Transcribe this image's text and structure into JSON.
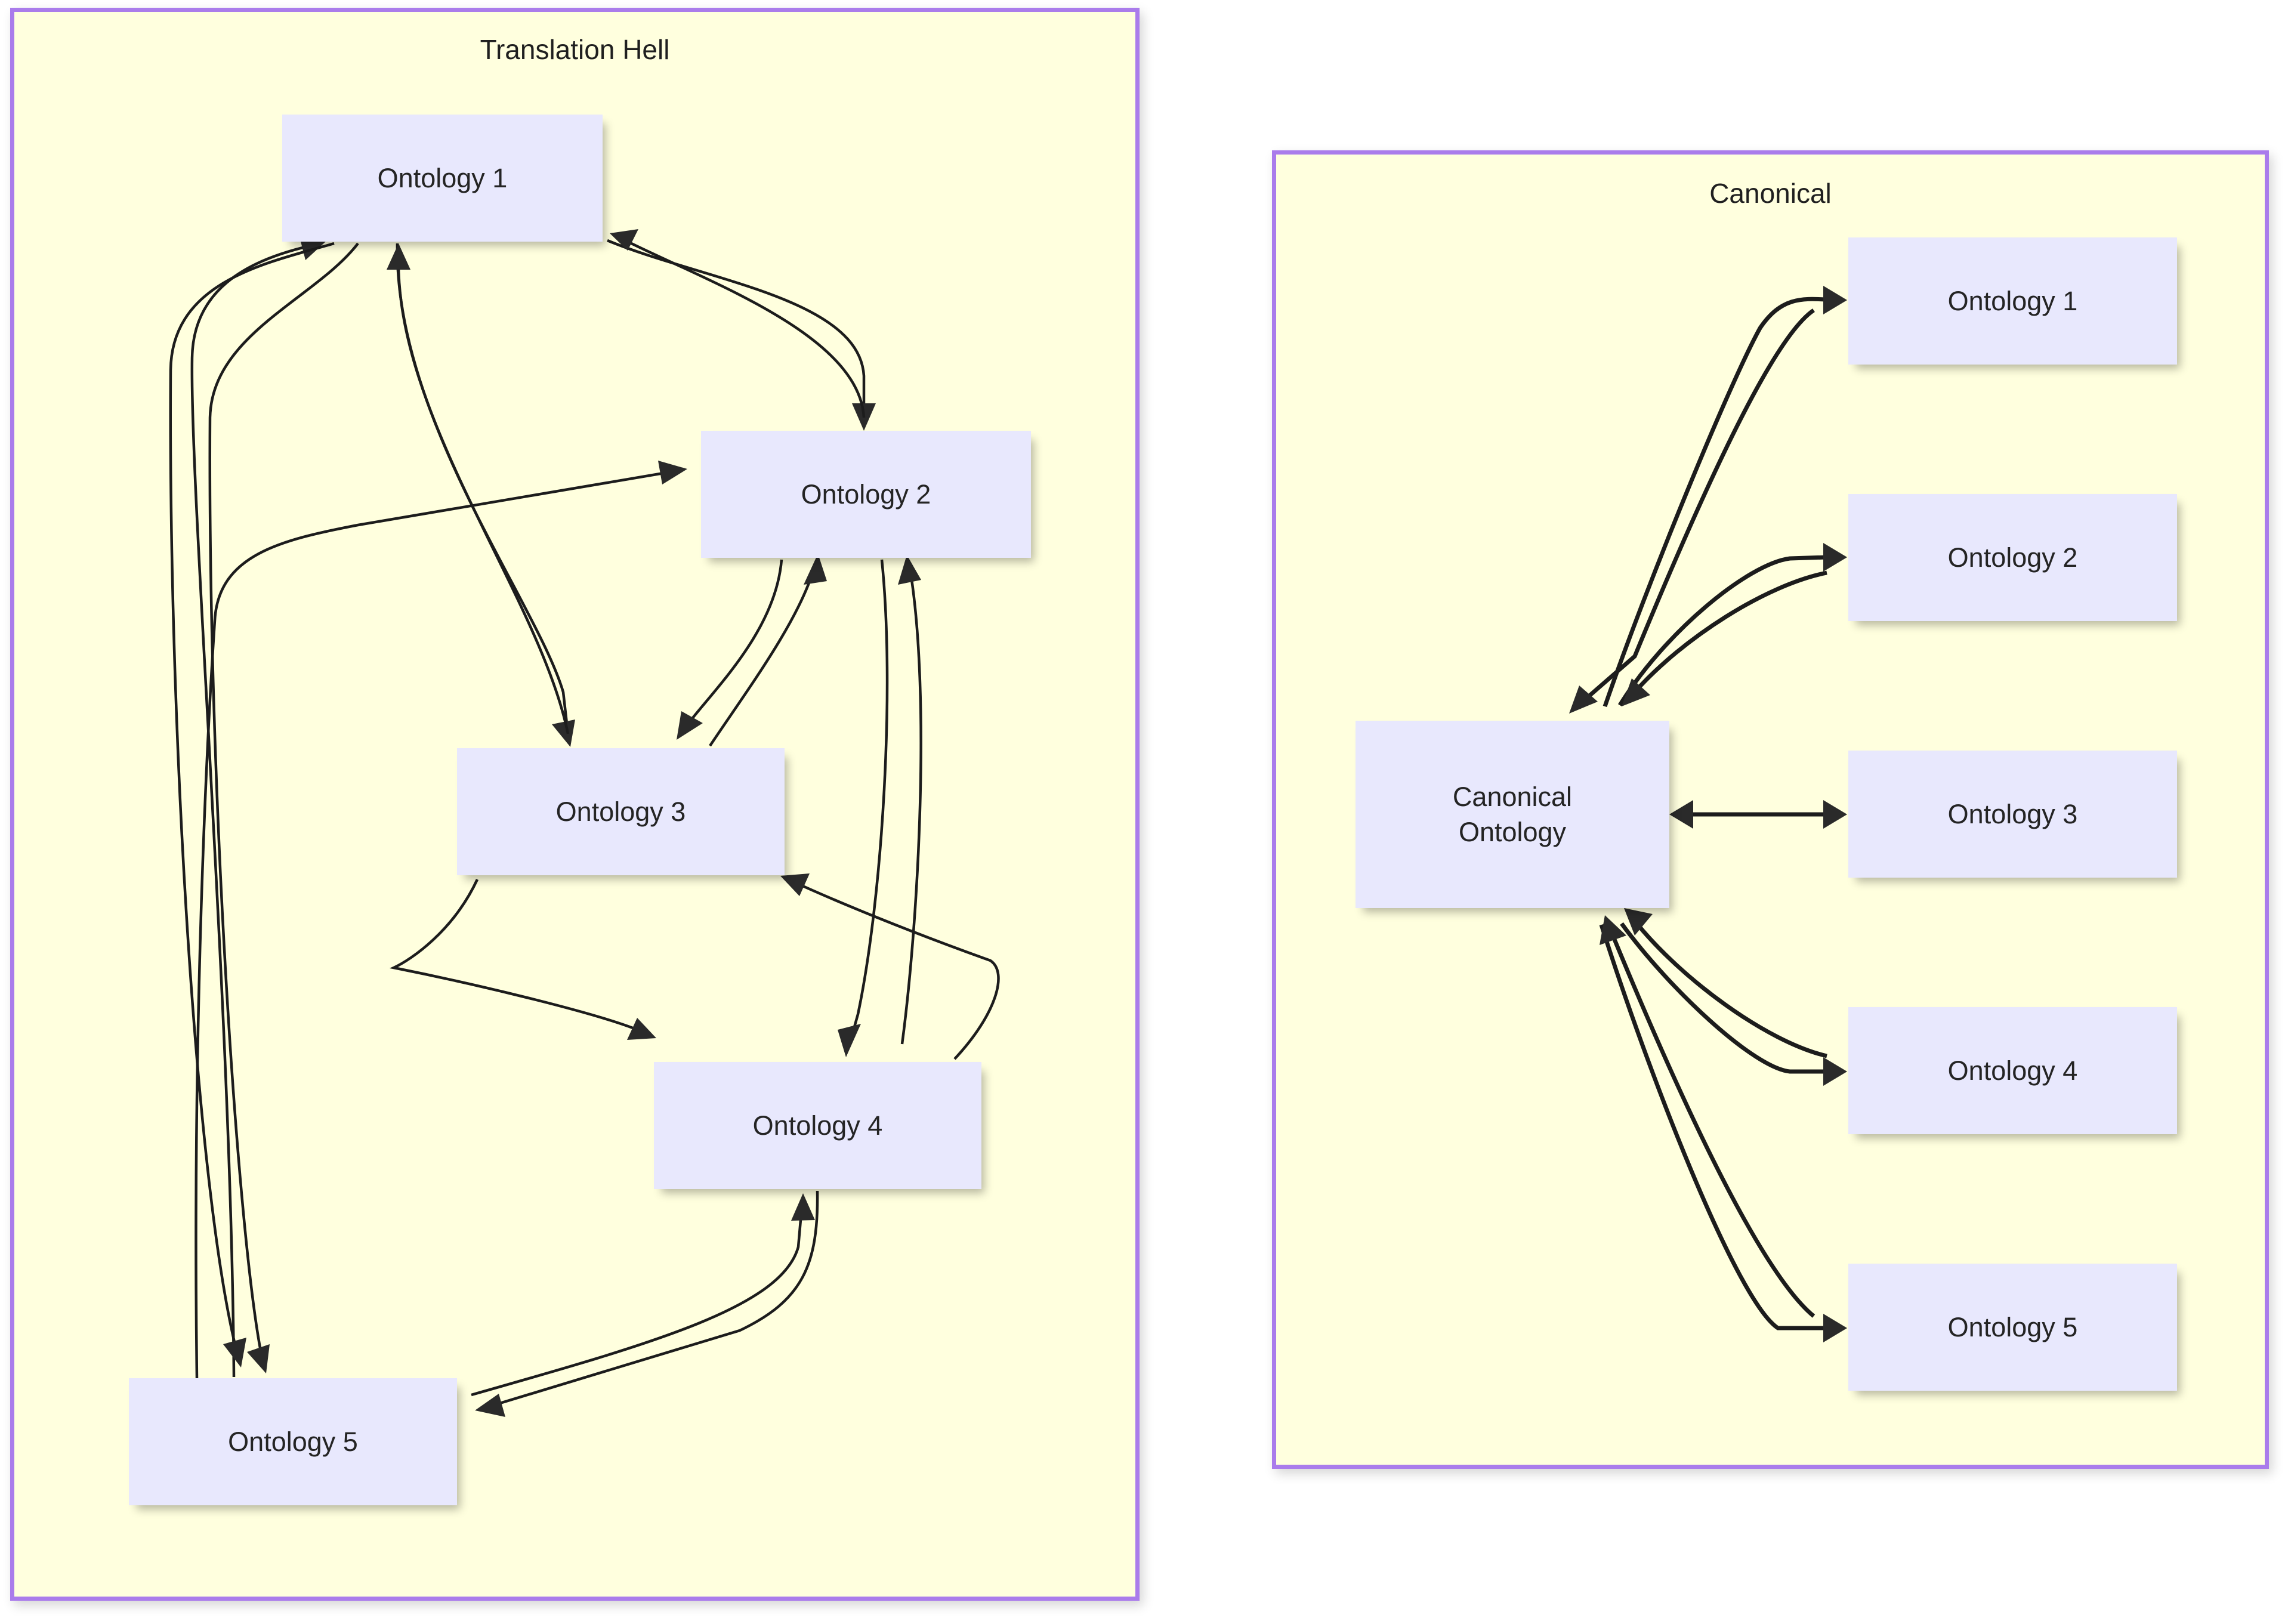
{
  "diagram": {
    "type": "flowchart",
    "background_color": "#ffffff",
    "subgraph_fill": "#ffffde",
    "subgraph_border_color": "#aa7ceb",
    "node_fill": "#e8e8fd",
    "node_text_color": "#242424",
    "edge_color": "#1c1c1c"
  },
  "subgraphs": [
    {
      "id": "translation-hell",
      "title": "Translation Hell",
      "nodes": [
        {
          "id": "th-o1",
          "label": "Ontology 1"
        },
        {
          "id": "th-o2",
          "label": "Ontology 2"
        },
        {
          "id": "th-o3",
          "label": "Ontology 3"
        },
        {
          "id": "th-o4",
          "label": "Ontology 4"
        },
        {
          "id": "th-o5",
          "label": "Ontology 5"
        }
      ],
      "edges": [
        {
          "from": "th-o1",
          "to": "th-o2",
          "arrow": "single"
        },
        {
          "from": "th-o2",
          "to": "th-o1",
          "arrow": "single"
        },
        {
          "from": "th-o1",
          "to": "th-o3",
          "arrow": "single"
        },
        {
          "from": "th-o3",
          "to": "th-o1",
          "arrow": "single"
        },
        {
          "from": "th-o1",
          "to": "th-o5",
          "arrow": "single"
        },
        {
          "from": "th-o5",
          "to": "th-o1",
          "arrow": "single"
        },
        {
          "from": "th-o2",
          "to": "th-o3",
          "arrow": "single"
        },
        {
          "from": "th-o3",
          "to": "th-o2",
          "arrow": "single"
        },
        {
          "from": "th-o2",
          "to": "th-o4",
          "arrow": "single"
        },
        {
          "from": "th-o4",
          "to": "th-o2",
          "arrow": "single"
        },
        {
          "from": "th-o3",
          "to": "th-o4",
          "arrow": "single"
        },
        {
          "from": "th-o4",
          "to": "th-o3",
          "arrow": "single"
        },
        {
          "from": "th-o4",
          "to": "th-o5",
          "arrow": "single"
        },
        {
          "from": "th-o5",
          "to": "th-o4",
          "arrow": "single"
        },
        {
          "from": "th-o5",
          "to": "th-o2",
          "arrow": "single"
        }
      ]
    },
    {
      "id": "canonical",
      "title": "Canonical",
      "nodes": [
        {
          "id": "cn-hub",
          "label_line1": "Canonical",
          "label_line2": "Ontology"
        },
        {
          "id": "cn-o1",
          "label": "Ontology 1"
        },
        {
          "id": "cn-o2",
          "label": "Ontology 2"
        },
        {
          "id": "cn-o3",
          "label": "Ontology 3"
        },
        {
          "id": "cn-o4",
          "label": "Ontology 4"
        },
        {
          "id": "cn-o5",
          "label": "Ontology 5"
        }
      ],
      "edges": [
        {
          "from": "cn-hub",
          "to": "cn-o1",
          "arrow": "single"
        },
        {
          "from": "cn-o1",
          "to": "cn-hub",
          "arrow": "single"
        },
        {
          "from": "cn-hub",
          "to": "cn-o2",
          "arrow": "single"
        },
        {
          "from": "cn-o2",
          "to": "cn-hub",
          "arrow": "single"
        },
        {
          "from": "cn-hub",
          "to": "cn-o3",
          "arrow": "double"
        },
        {
          "from": "cn-hub",
          "to": "cn-o4",
          "arrow": "single"
        },
        {
          "from": "cn-o4",
          "to": "cn-hub",
          "arrow": "single"
        },
        {
          "from": "cn-hub",
          "to": "cn-o5",
          "arrow": "single"
        },
        {
          "from": "cn-o5",
          "to": "cn-hub",
          "arrow": "single"
        }
      ]
    }
  ]
}
